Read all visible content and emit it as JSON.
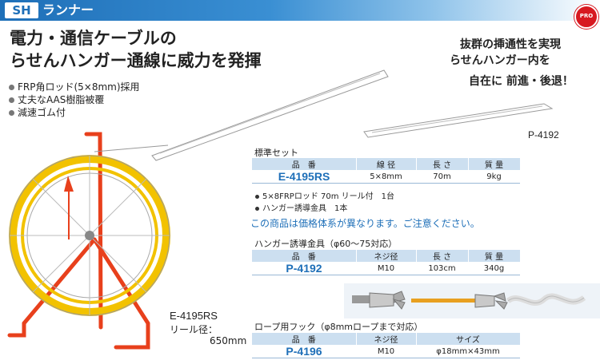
{
  "header": {
    "brand": "SH",
    "title": "ランナー",
    "badge": "PRO"
  },
  "headline": [
    "電力・通信ケーブルの",
    "らせんハンガー通線に威力を発揮"
  ],
  "features": [
    "FRP角ロッド(5×8mm)採用",
    "丈夫なAAS樹脂被覆",
    "減速ゴム付"
  ],
  "tagline": [
    "抜群の挿通性を実現",
    "らせんハンガー内を",
    "自在に 前進・後退！"
  ],
  "reel": {
    "model": "E-4195RS",
    "diameter_label": "リール径：",
    "diameter_value": "650mm"
  },
  "hanger_label": "P-4192",
  "standard_set": {
    "title": "標準セット",
    "headers": [
      "品　番",
      "線 径",
      "長 さ",
      "質 量"
    ],
    "row": [
      "E-4195RS",
      "5×8mm",
      "70m",
      "9kg"
    ],
    "notes": [
      "5×8FRPロッド 70m リール付　1台",
      "ハンガー誘導金具　1本"
    ],
    "warning": "この商品は価格体系が異なります。ご注意ください。"
  },
  "hanger_guide": {
    "title": "ハンガー誘導金具（φ60～75対応）",
    "headers": [
      "品　番",
      "ネジ径",
      "長 さ",
      "質 量"
    ],
    "row": [
      "P-4192",
      "M10",
      "103cm",
      "340g"
    ]
  },
  "rope_hook": {
    "title": "ロープ用フック（φ8mmロープまで対応）",
    "headers": [
      "品　番",
      "ネジ径",
      "サイズ"
    ],
    "row": [
      "P-4196",
      "M10",
      "φ18mm×43mm"
    ]
  },
  "colors": {
    "accent": "#1e6fb8",
    "header_fill": "#ccdff0",
    "reel_yellow": "#f2c200",
    "stand_red": "#e8401c"
  }
}
